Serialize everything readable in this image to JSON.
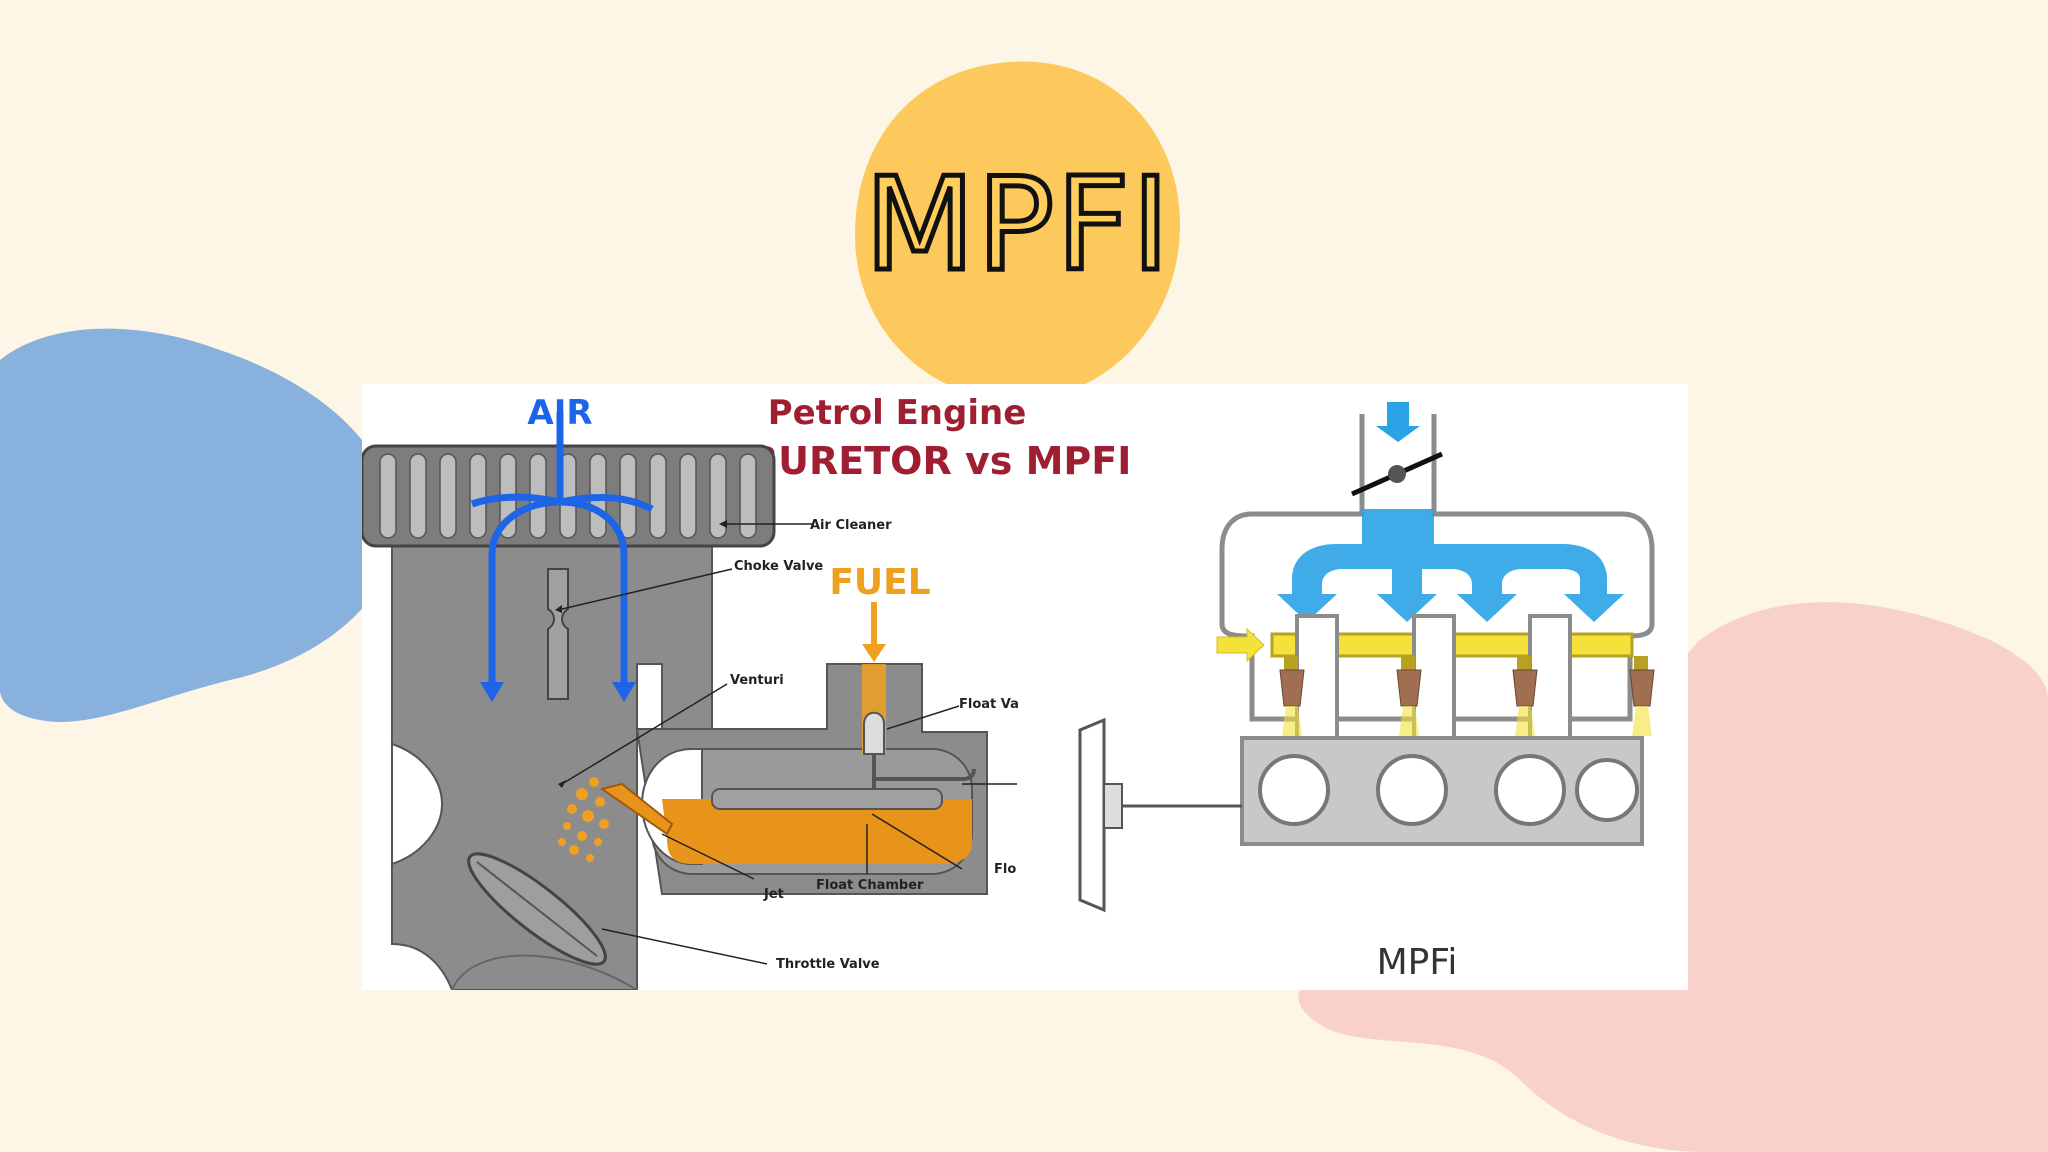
{
  "slide": {
    "title": "MPFI",
    "colors": {
      "background": "#fdf6e6",
      "title_circle": "#fec95c",
      "blue_blob": "#88b2dd",
      "pink_blob": "#f8d1cc"
    }
  },
  "diagram": {
    "title_line1": "Petrol Engine",
    "title_line2": "CARBURETOR vs MPFI",
    "carburetor": {
      "air_label": "AIR",
      "fuel_label": "FUEL",
      "parts": {
        "air_cleaner": "Air Cleaner",
        "choke_valve": "Choke Valve",
        "venturi": "Venturi",
        "float_valve": "Float Va",
        "float_chamber": "Float Chamber",
        "float": "Flo",
        "jet": "Jet",
        "throttle_valve": "Throttle Valve"
      }
    },
    "mpfi": {
      "caption": "MPFi"
    },
    "colors": {
      "title": "#a01e32",
      "air": "#1e64e6",
      "fuel": "#f0a020",
      "body_gray": "#8c8c8c",
      "mpfi_arrow": "#2aa2e6",
      "rail": "#f4e23a"
    }
  }
}
